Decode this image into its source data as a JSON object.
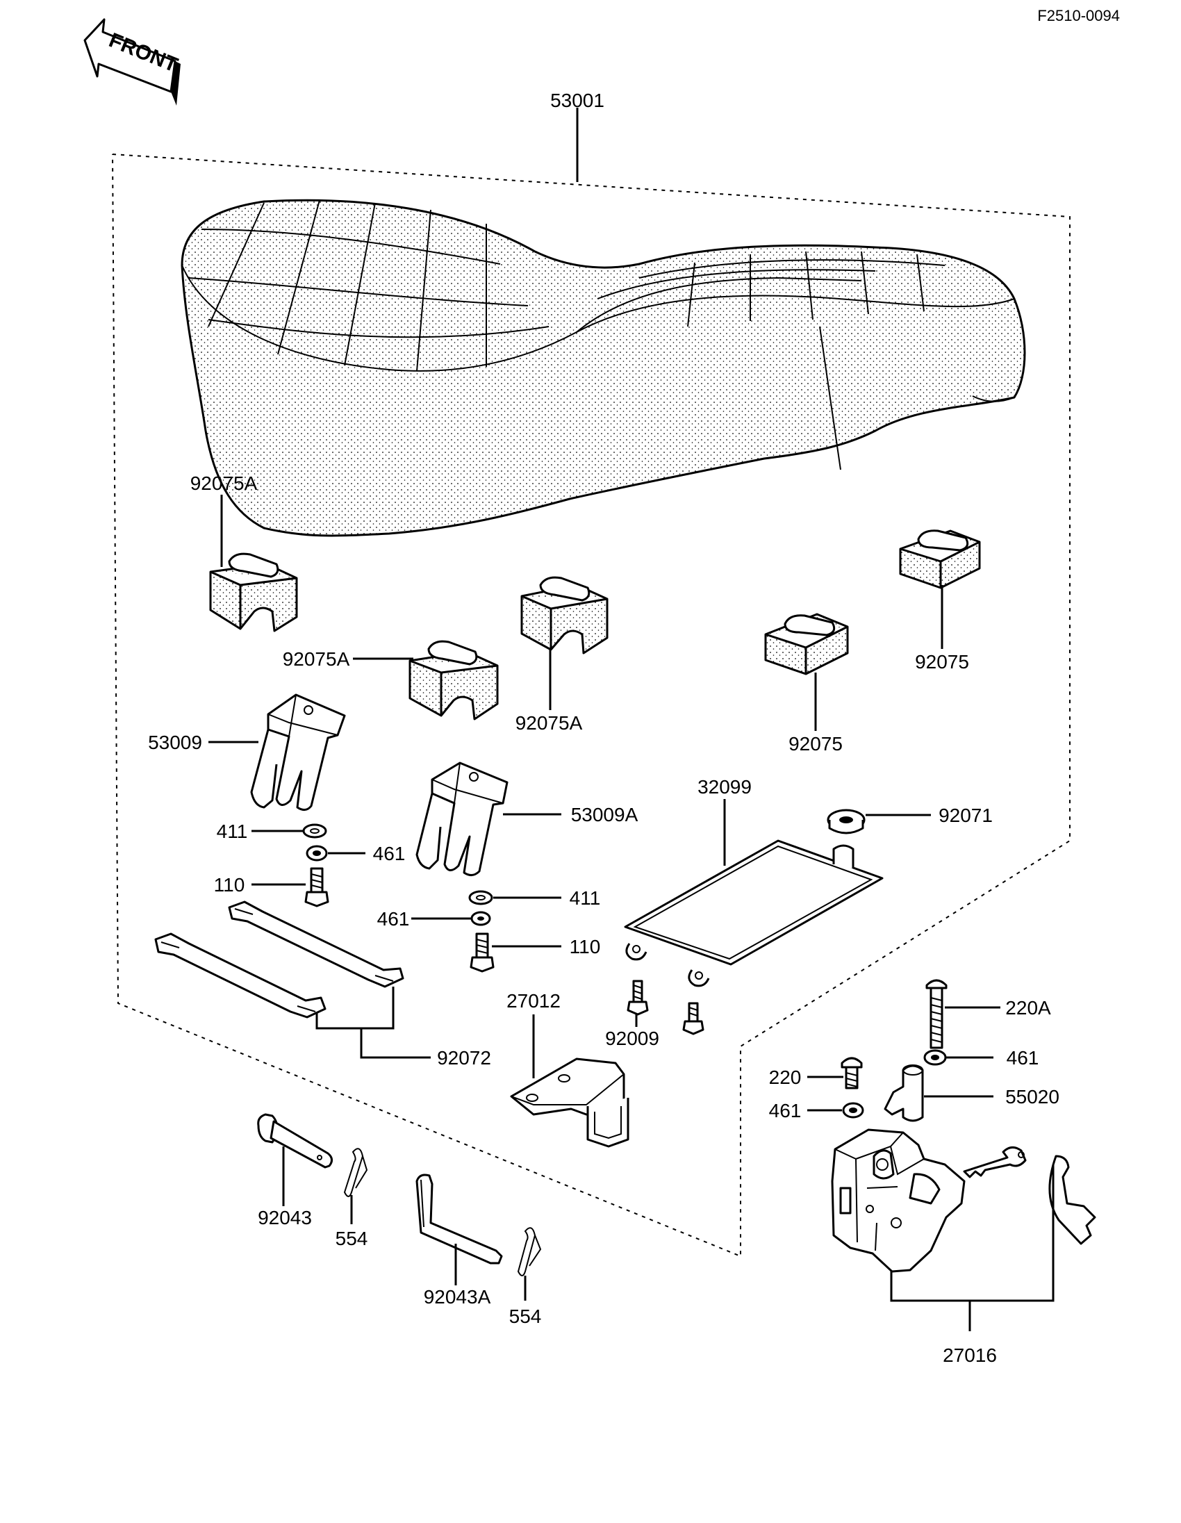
{
  "diagram_code": "F2510-0094",
  "direction_label": "FRONT",
  "labels": {
    "seat": "53001",
    "bumper_a1": "92075A",
    "bumper_a2": "92075A",
    "bumper_a3": "92075A",
    "bumper_1": "92075",
    "bumper_2": "92075",
    "bracket": "53009",
    "bracket_a": "53009A",
    "tray": "32099",
    "grommet": "92071",
    "washer_411_left": "411",
    "nut_461_left": "461",
    "bolt_110_left": "110",
    "washer_411_right": "411",
    "nut_461_right": "461",
    "bolt_110_right": "110",
    "strap": "92072",
    "hook": "27012",
    "screw_92009": "92009",
    "bolt_220a": "220A",
    "nut_461_lock_top": "461",
    "bolt_220": "220",
    "nut_461_lock_bottom": "461",
    "spacer": "55020",
    "pin": "92043",
    "clip_left": "554",
    "pin_a": "92043A",
    "clip_right": "554",
    "lock_assembly": "27016"
  }
}
